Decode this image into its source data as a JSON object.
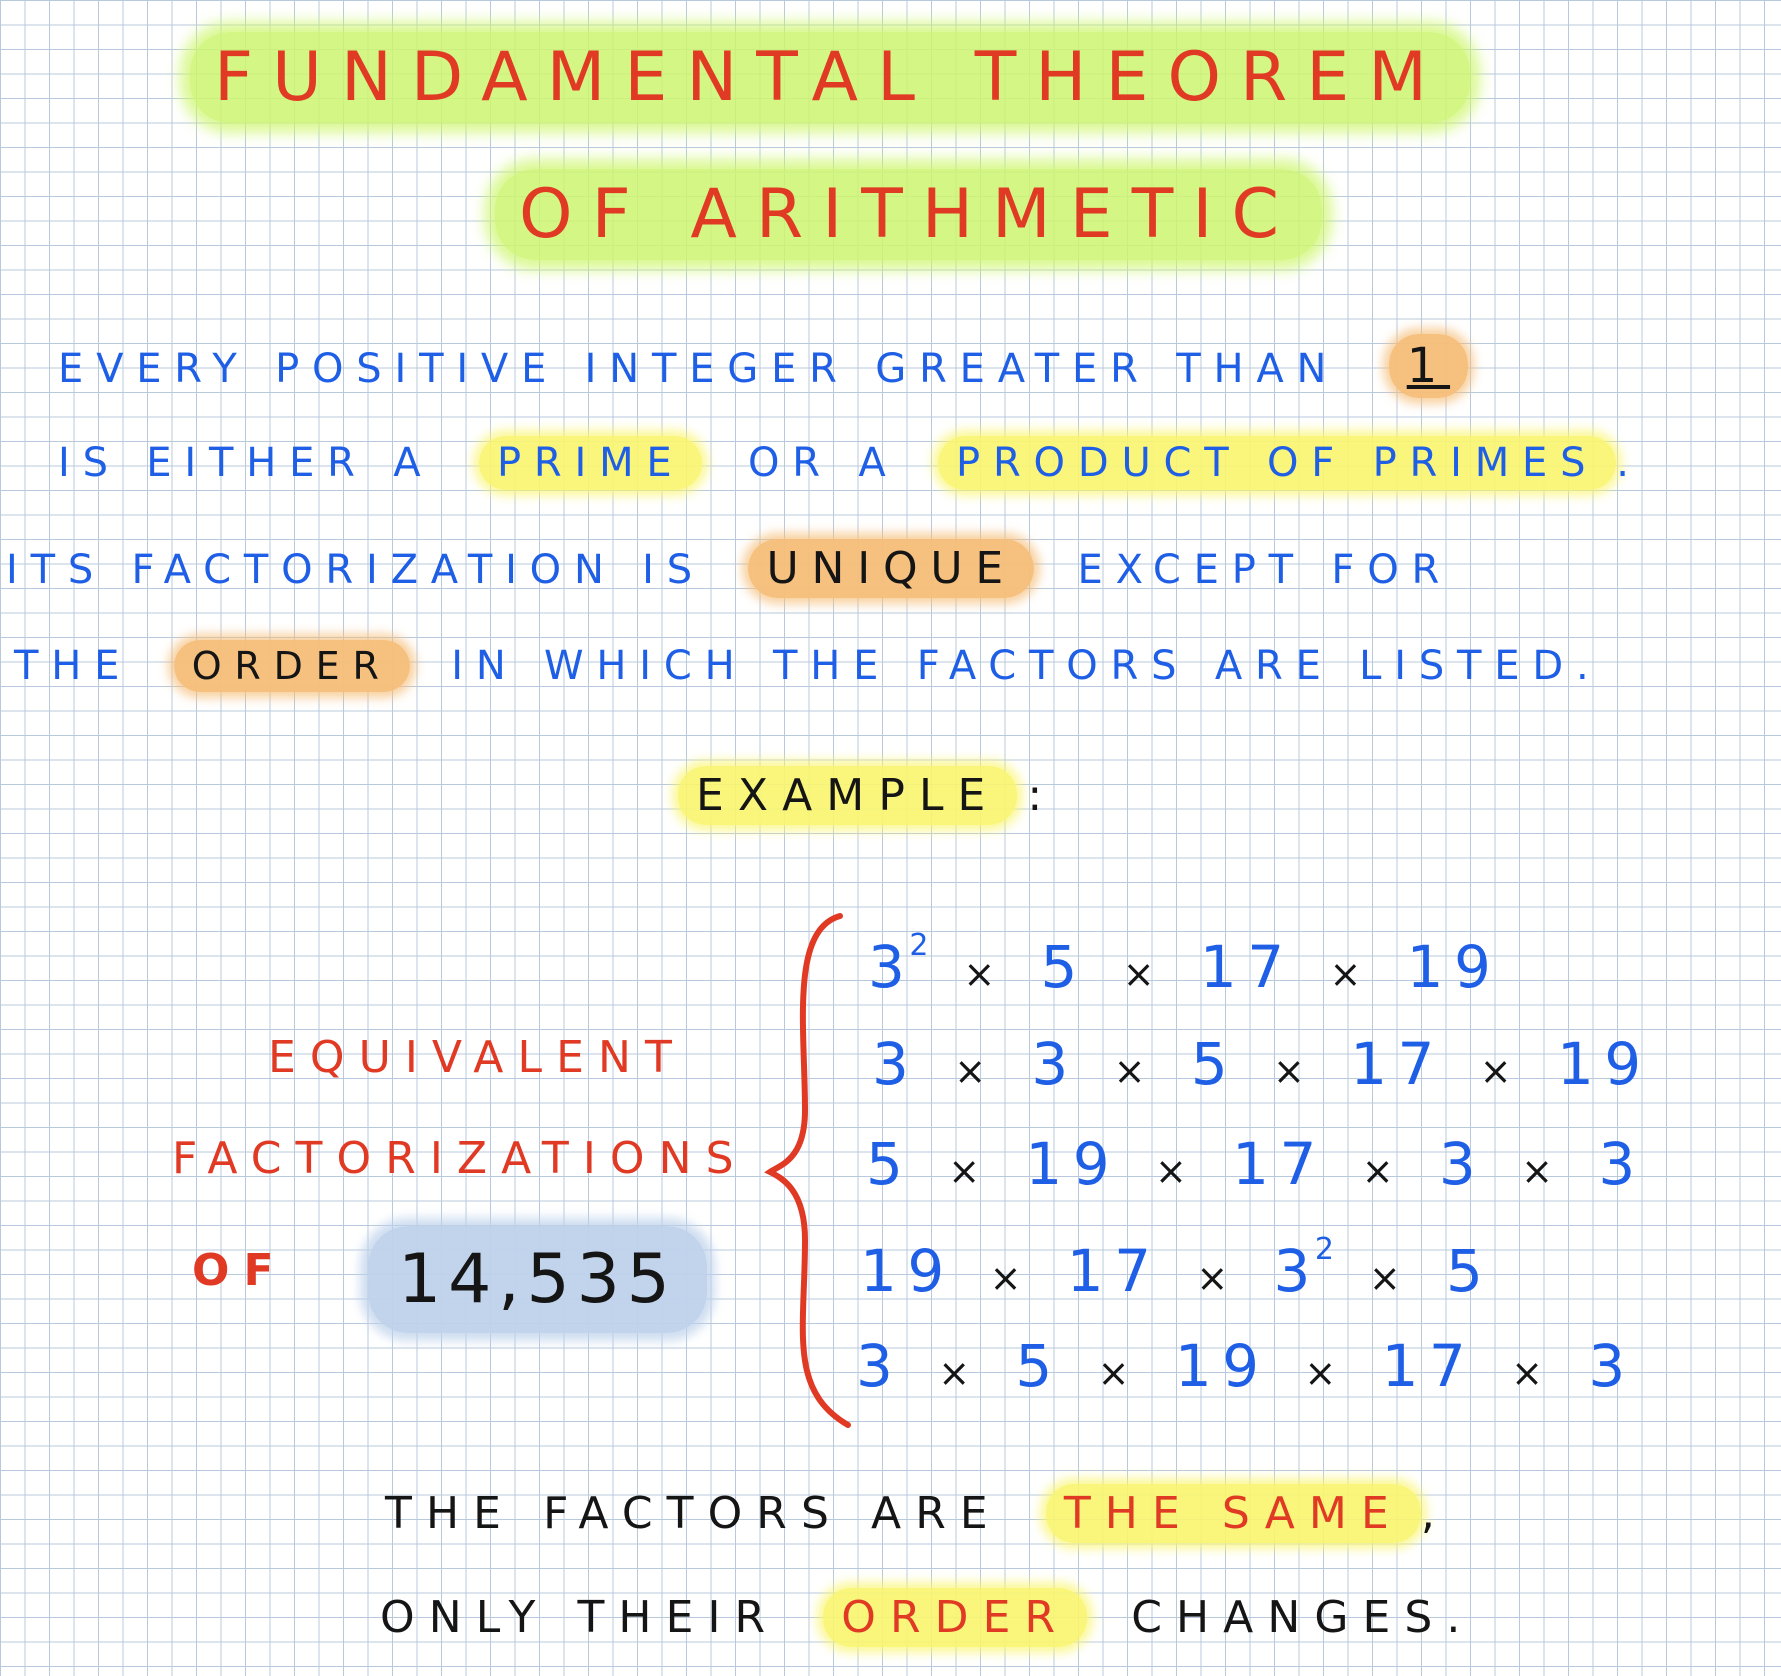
{
  "title": {
    "line1": "FUNDAMENTAL THEOREM",
    "line2": "OF ARITHMETIC"
  },
  "statement": {
    "l1_a": "EVERY POSITIVE INTEGER GREATER THAN",
    "l1_one": "1",
    "l2_a": "IS EITHER A",
    "l2_prime": "PRIME",
    "l2_b": "OR A",
    "l2_product": "PRODUCT OF PRIMES",
    "l2_dot": ".",
    "l3_a": "ITS FACTORIZATION IS",
    "l3_unique": "UNIQUE",
    "l3_b": "EXCEPT FOR",
    "l4_a": "THE",
    "l4_order": "ORDER",
    "l4_b": "IN WHICH THE FACTORS ARE LISTED",
    "l4_dot": "."
  },
  "example": {
    "label": "EXAMPLE",
    "colon": ":",
    "equivalent": "EQUIVALENT",
    "factorizations": "FACTORIZATIONS",
    "of": "OF",
    "number": "14,535",
    "times": "×",
    "squared": "2",
    "rows": [
      [
        "3",
        "5",
        "17",
        "19"
      ],
      [
        "3",
        "3",
        "5",
        "17",
        "19"
      ],
      [
        "5",
        "19",
        "17",
        "3",
        "3"
      ],
      [
        "19",
        "17",
        "3",
        "5"
      ],
      [
        "3",
        "5",
        "19",
        "17",
        "3"
      ]
    ]
  },
  "conclusion": {
    "l1_a": "THE FACTORS ARE",
    "l1_same": "THE SAME",
    "l1_comma": ",",
    "l2_a": "ONLY THEIR",
    "l2_order": "ORDER",
    "l2_b": "CHANGES."
  },
  "colors": {
    "red": "#e03a24",
    "blue": "#1f5fe6",
    "green_highlight": "#cdf56e",
    "yellow_highlight": "#faf56e",
    "orange_highlight": "#f5be78",
    "blue_highlight": "#bed2eb"
  }
}
